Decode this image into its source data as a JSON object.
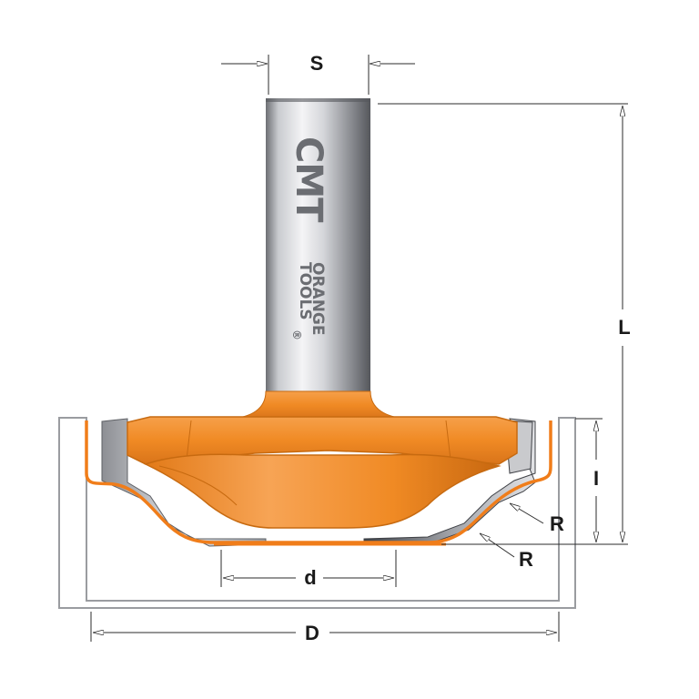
{
  "labels": {
    "shank_diameter": "S",
    "overall_length": "L",
    "cutting_height": "I",
    "radius_upper": "R",
    "radius_lower": "R",
    "inner_diameter": "d",
    "cutting_diameter": "D"
  },
  "brand": {
    "logo": "CMT",
    "line1": "ORANGE",
    "line2": "TOOLS",
    "registered": "®"
  },
  "colors": {
    "orange": "#F08A24",
    "orange_dark": "#C76A10",
    "steel_light": "#E8E8EA",
    "steel_mid": "#A9ABB0",
    "steel_dark": "#5E6065",
    "workpiece": "#9A9CA0",
    "profile_line": "#F07D1A"
  }
}
